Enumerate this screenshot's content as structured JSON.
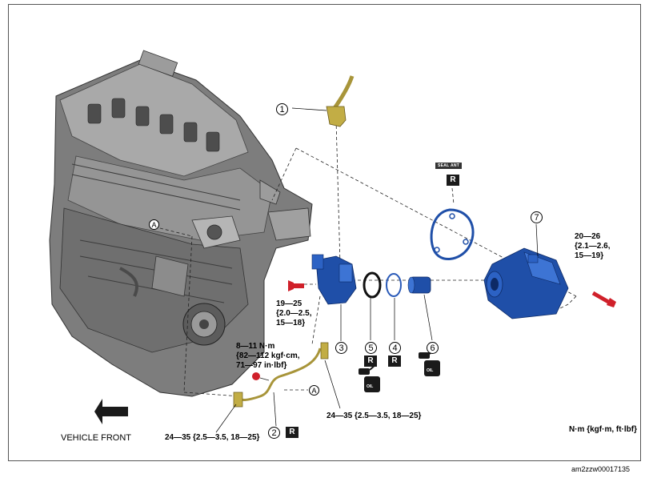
{
  "labels": {
    "c1": "1",
    "c2": "2",
    "c3": "3",
    "c4": "4",
    "c5": "5",
    "c6": "6",
    "c7": "7",
    "ref_a_engine": "A",
    "ref_a_pipe": "A",
    "r_sealant": "R",
    "r_part5": "R",
    "r_part4": "R",
    "r_part2": "R",
    "sealant_tube": "SEAL ANT",
    "oil_5": "OIL",
    "oil_6": "OIL",
    "torque_top_right": [
      "20—26",
      "{2.1—2.6,",
      "15—19}"
    ],
    "torque_housing": [
      "19—25",
      "{2.0—2.5,",
      "15—18}"
    ],
    "torque_bracket": [
      "8—11 N·m",
      "{82—112 kgf·cm,",
      "71—97 in·lbf}"
    ],
    "torque_pipe_right": "24—35 {2.5—3.5, 18—25}",
    "torque_pipe_left": "24—35 {2.5—3.5, 18—25}",
    "vehicle_front": "VEHICLE FRONT",
    "units": "N·m {kgf·m, ft·lbf}",
    "figure_id": "am2zzw00017135"
  },
  "colors": {
    "part_blue": "#1f4fa8",
    "part_yellow": "#b8a23a",
    "bolt_red": "#d0202a",
    "engine_gray": "#8a8a8a"
  }
}
